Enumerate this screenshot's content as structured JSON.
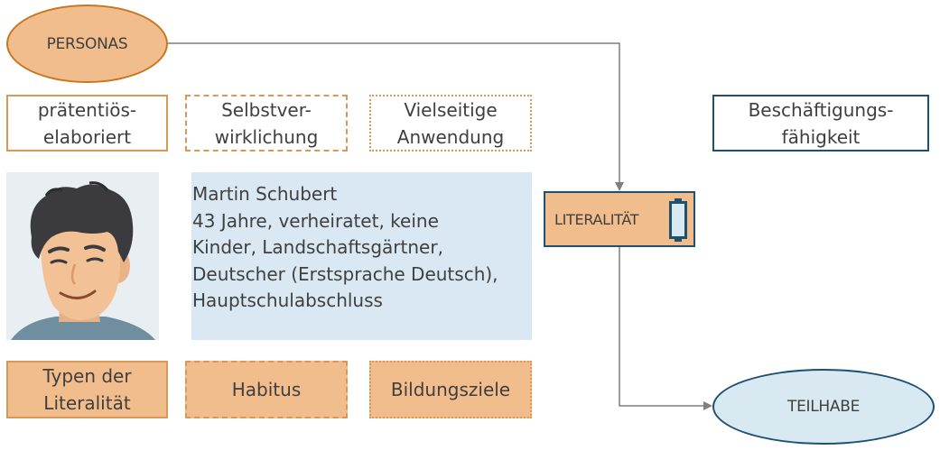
{
  "nodes": {
    "personas": "PERSONAS",
    "teilhabe": "TEILHABE",
    "literalitaet": "LITERALITÄT"
  },
  "top_boxes": [
    {
      "line1": "prätentiös-",
      "line2": "elaboriert"
    },
    {
      "line1": "Selbstver-",
      "line2": "wirklichung"
    },
    {
      "line1": "Vielseitige",
      "line2": "Anwendung"
    }
  ],
  "right_box": {
    "line1": "Beschäftigungs-",
    "line2": "fähigkeit"
  },
  "persona": {
    "name": "Martin Schubert",
    "lines": [
      "43 Jahre, verheiratet, keine",
      "Kinder, Landschaftsgärtner,",
      "Deutscher (Erstsprache Deutsch),",
      "Hauptschulabschluss"
    ]
  },
  "bottom_boxes": [
    {
      "line1": "Typen der",
      "line2": "Literalität"
    },
    {
      "label": "Habitus"
    },
    {
      "label": "Bildungsziele"
    }
  ],
  "icons": {
    "avatar": "man-face-avatar",
    "literalitaet": "battery-icon"
  },
  "colors": {
    "orange_fill": "#f2bd8c",
    "orange_border": "#d79858",
    "blue_border": "#1e5170",
    "blue_fill": "#d9e9f2"
  }
}
